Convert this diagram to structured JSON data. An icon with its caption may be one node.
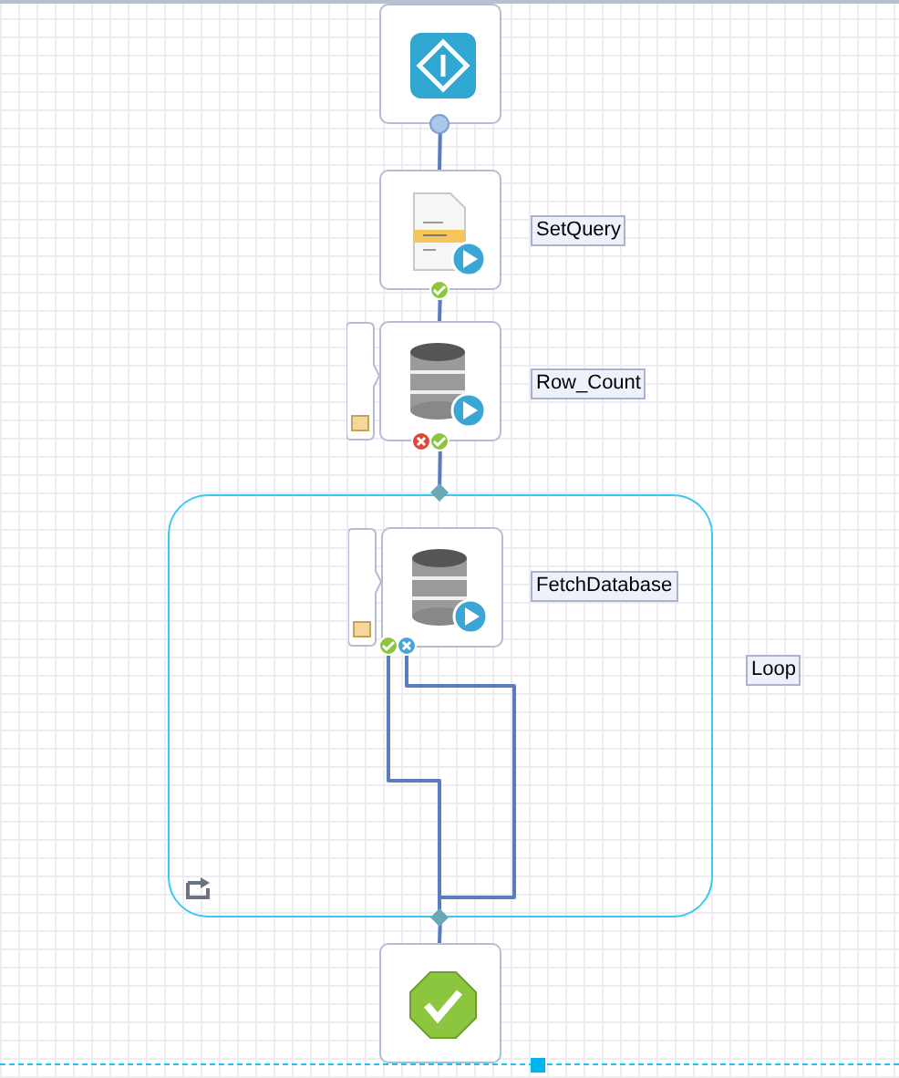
{
  "diagram": {
    "nodes": [
      {
        "text": [],
        "shape": "box"
      },
      {
        "text": [],
        "shape": "box",
        "beside": [
          "SetQuery"
        ]
      },
      {
        "text": [],
        "shape": "box",
        "beside": [
          "Row_Count"
        ]
      },
      {
        "text": [],
        "shape": "box",
        "beside": [
          "Loop"
        ]
      },
      {
        "text": [],
        "shape": "box",
        "in": 3,
        "beside": [
          "FetchDatabase"
        ]
      },
      {
        "text": [],
        "shape": "box"
      }
    ],
    "edges": [
      {
        "from": 0,
        "to": 1,
        "arrow": "none"
      },
      {
        "from": 1,
        "to": 2,
        "arrow": "none"
      },
      {
        "from": 2,
        "to": 3,
        "arrow": "none"
      },
      {
        "from": 4,
        "to": 3,
        "arrow": "none"
      },
      {
        "from": 4,
        "to": 3,
        "arrow": "none"
      },
      {
        "from": 3,
        "to": 5,
        "arrow": "none"
      }
    ]
  }
}
